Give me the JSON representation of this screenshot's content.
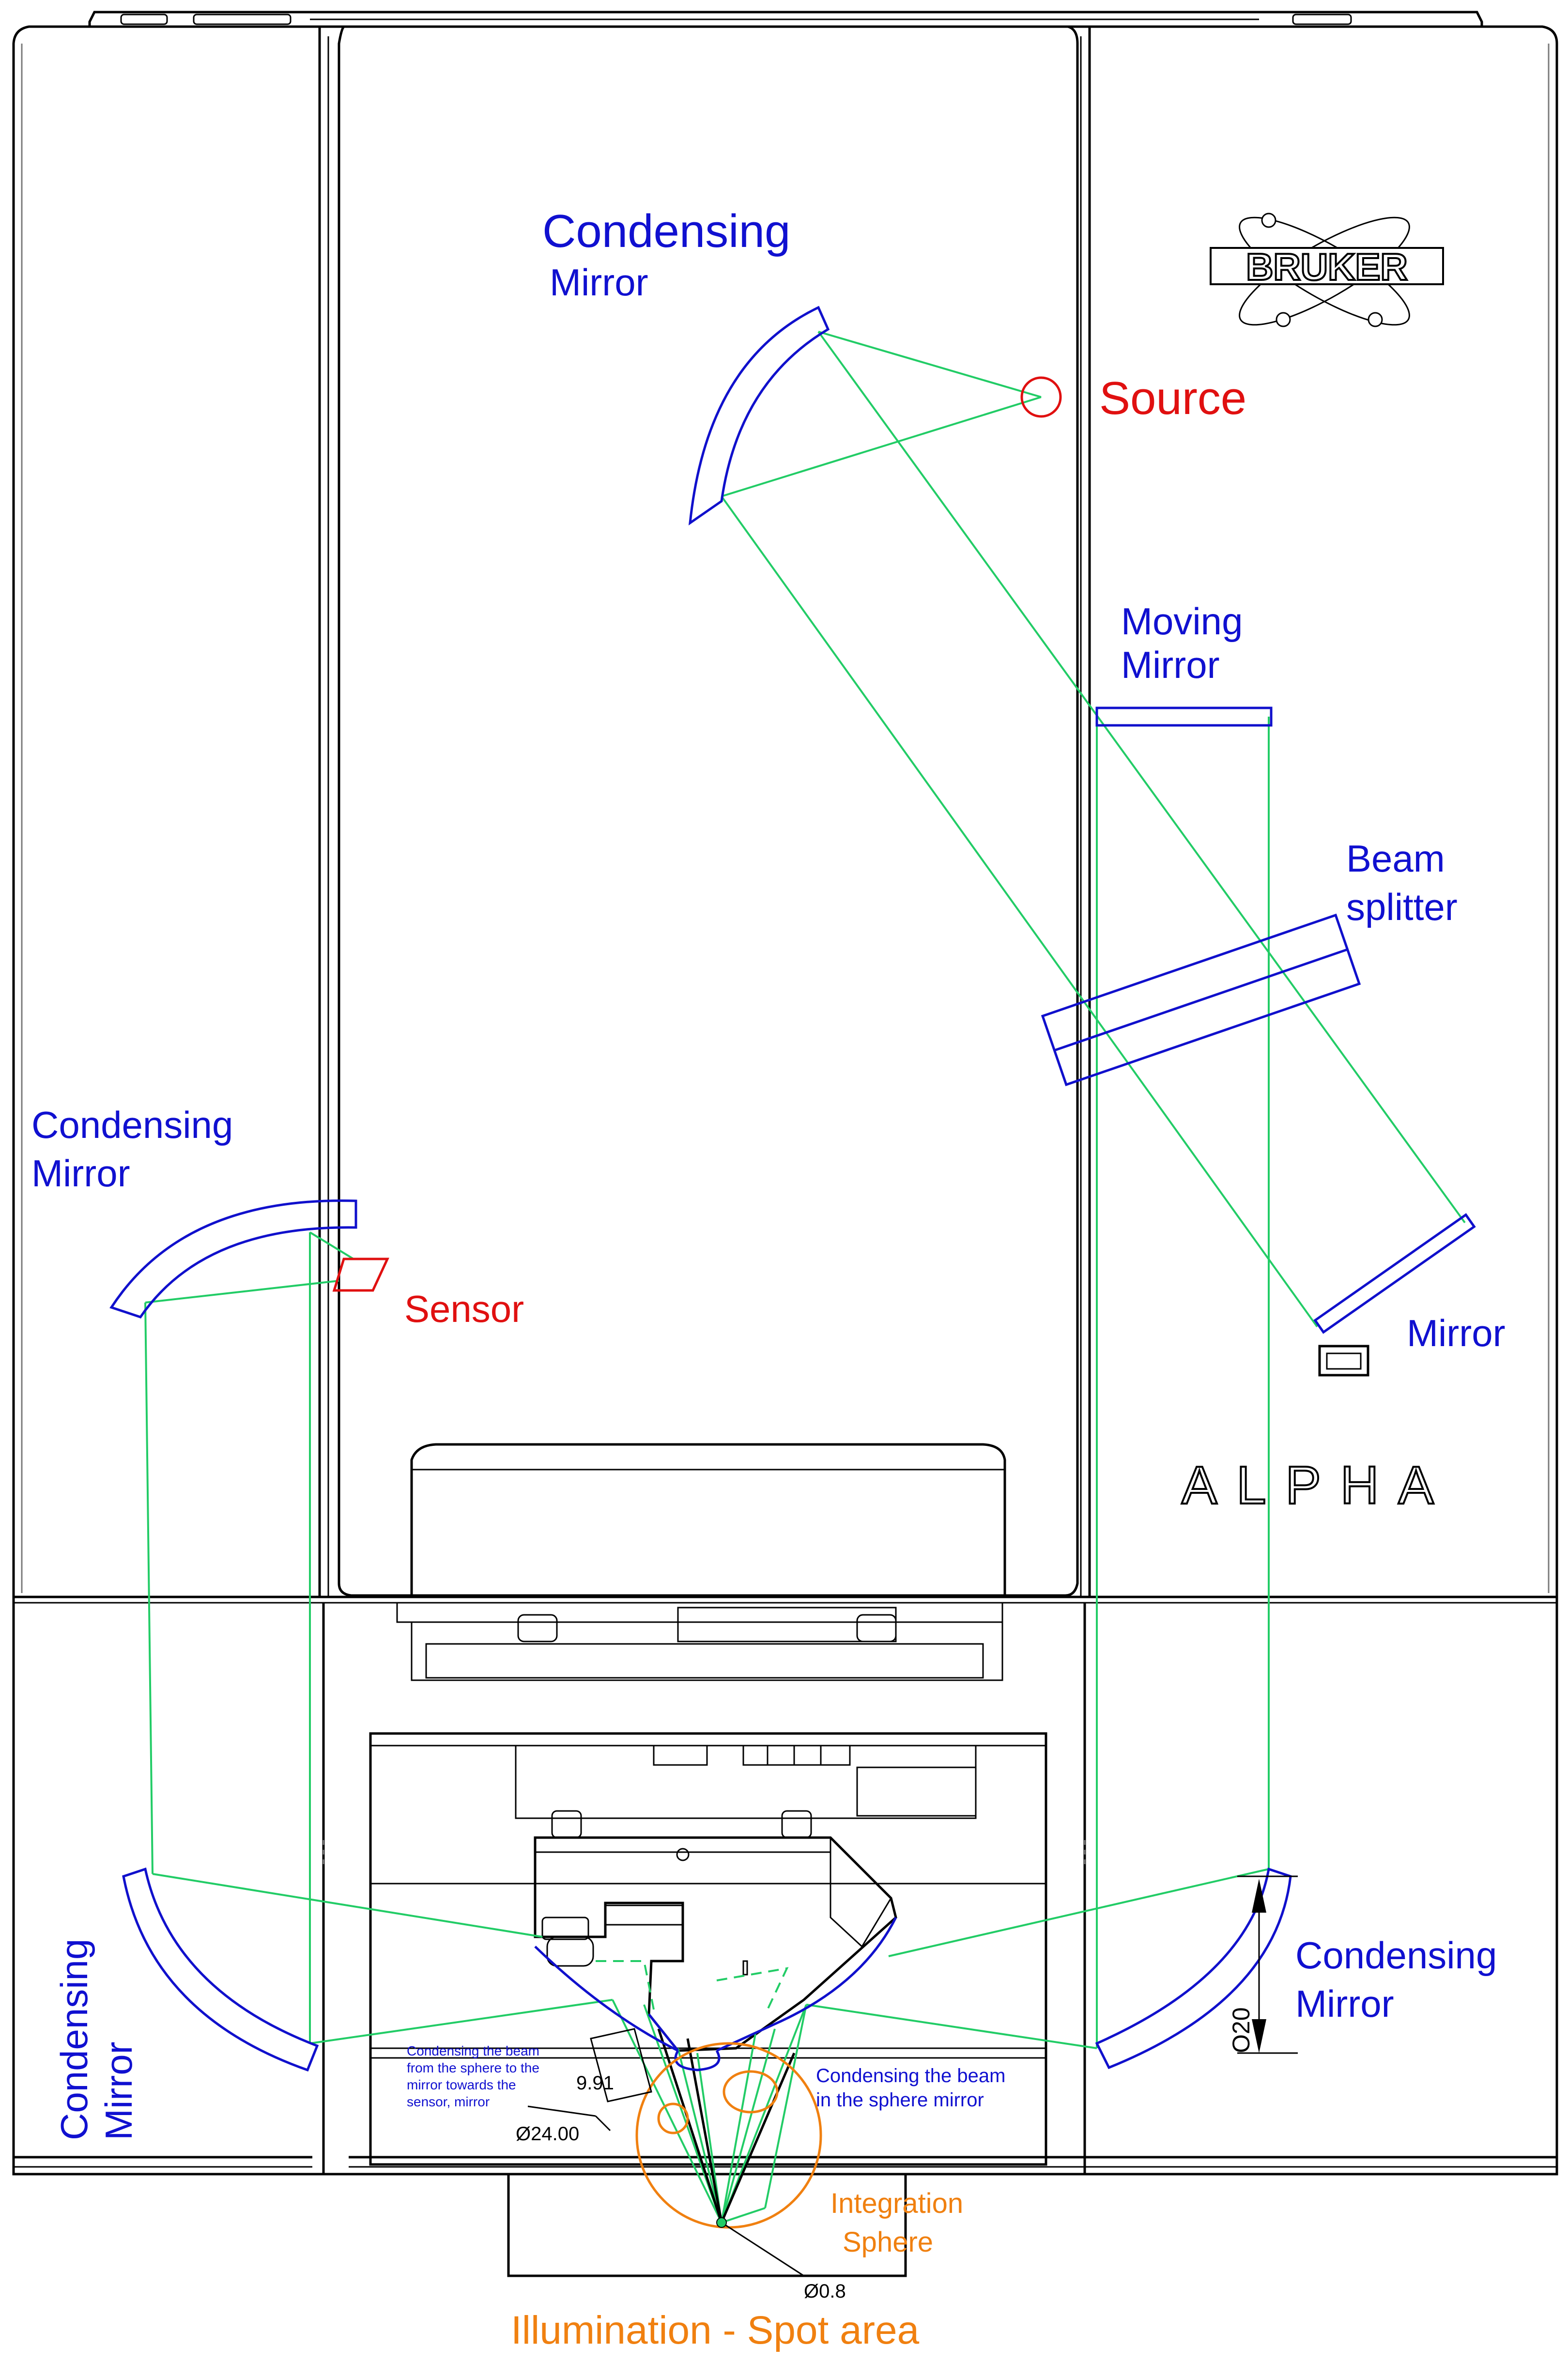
{
  "brand": {
    "logo_text": "BRUKER",
    "model_text": "ALPHA"
  },
  "labels": {
    "top_condensing_mirror": {
      "line1": "Condensing",
      "line2": "Mirror"
    },
    "source": "Source",
    "moving_mirror": {
      "line1": "Moving",
      "line2": "Mirror"
    },
    "beam_splitter": {
      "line1": "Beam",
      "line2": "splitter"
    },
    "left_condensing_mirror": {
      "line1": "Condensing",
      "line2": "Mirror"
    },
    "sensor": "Sensor",
    "mirror": "Mirror",
    "right_condensing_mirror": {
      "line1": "Condensing",
      "line2": "Mirror"
    },
    "bottom_left_condensing_mirror": {
      "line1": "Condensing",
      "line2": "Mirror"
    },
    "note_left": {
      "line1": "Condensing the beam",
      "line2": "from the sphere to  the",
      "line3": "mirror towards the",
      "line4": "sensor, mirror"
    },
    "note_right": {
      "line1": "Condensing the beam",
      "line2": "in the sphere mirror"
    },
    "integration_sphere": {
      "line1": "Integration",
      "line2": "Sphere"
    },
    "spot_area": "Illumination - Spot area"
  },
  "dimensions": {
    "d1": "9.91",
    "d2": "Ø24.00",
    "d3": "Ø0.8",
    "d4": "O20"
  },
  "colors": {
    "optics": "#1010cc",
    "beam": "#22cc66",
    "source_sensor": "#e01010",
    "sphere": "#f08010",
    "housing": "#000000"
  }
}
